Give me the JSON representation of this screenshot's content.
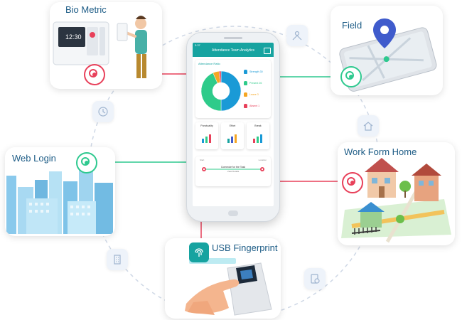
{
  "features": {
    "bio_metric": "Bio Metric",
    "field": "Field",
    "web_login": "Web Login",
    "work_from_home": "Work Form Home",
    "usb_fingerprint": "USB Fingerprint"
  },
  "phone": {
    "status_time": "3:37",
    "app_title": "Attendance Team Analytics",
    "section_title": "Attendance Ratio",
    "clock_time": "12:30",
    "legend": [
      {
        "label": "Strength 30",
        "color": "#1a9ad6"
      },
      {
        "label": "Present 26",
        "color": "#2ecb8a"
      },
      {
        "label": "Leave 3",
        "color": "#f5a623"
      },
      {
        "label": "Absent 1",
        "color": "#e8405a"
      }
    ],
    "tiles": [
      {
        "label": "Punctuality"
      },
      {
        "label": "Effort"
      },
      {
        "label": "Break"
      }
    ],
    "route_text": "Commute for the Task",
    "route_sub": "View Details",
    "route_left": "Start",
    "route_right": "Location"
  },
  "chart_data": {
    "type": "pie",
    "categories": [
      "Strength",
      "Present",
      "Leave",
      "Absent"
    ],
    "values": [
      30,
      26,
      3,
      1
    ],
    "colors": [
      "#1a9ad6",
      "#2ecb8a",
      "#f5a623",
      "#e8405a"
    ]
  },
  "colors": {
    "red": "#e8405a",
    "green": "#2ec98f",
    "teal": "#16a3a0",
    "label": "#1d5c86"
  }
}
